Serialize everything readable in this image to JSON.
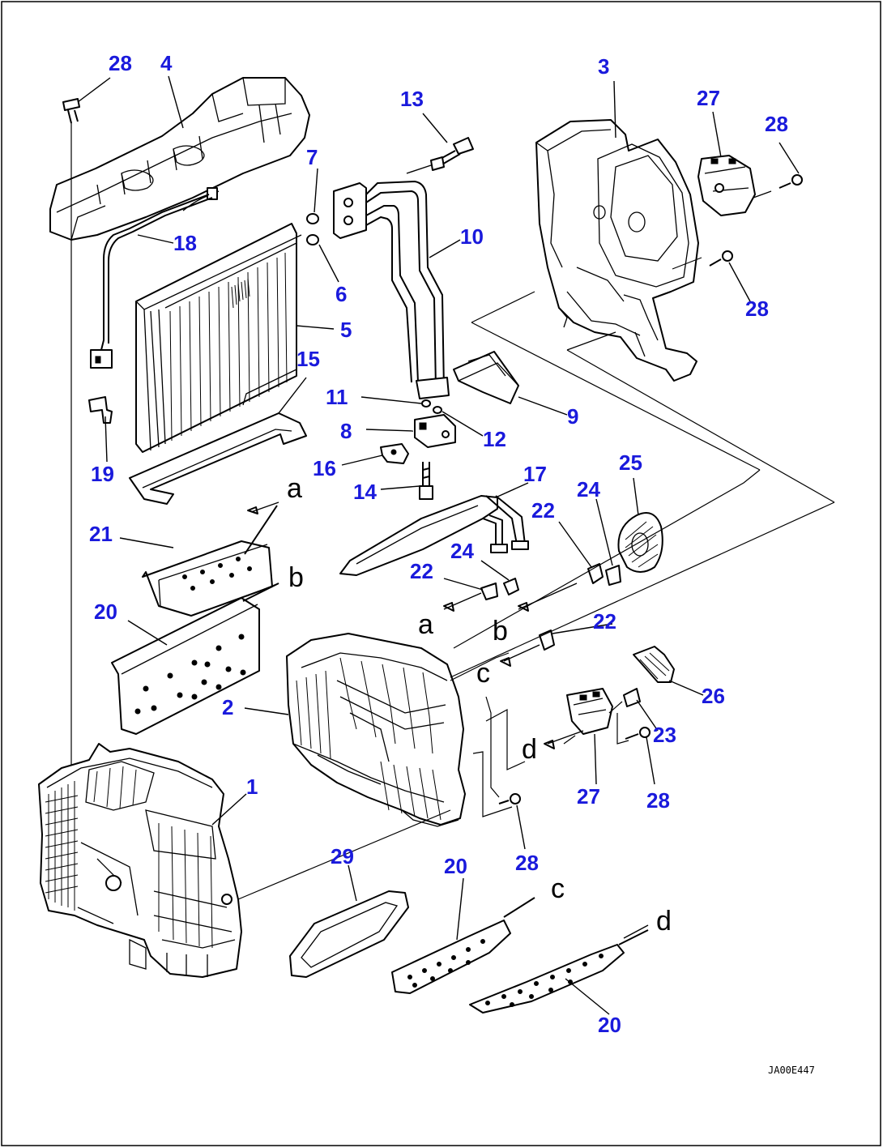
{
  "drawing_code": "JA00E447",
  "callouts": [
    {
      "id": "c28a",
      "label": "28"
    },
    {
      "id": "c4",
      "label": "4"
    },
    {
      "id": "c13",
      "label": "13"
    },
    {
      "id": "c3",
      "label": "3"
    },
    {
      "id": "c27a",
      "label": "27"
    },
    {
      "id": "c28b",
      "label": "28"
    },
    {
      "id": "c7",
      "label": "7"
    },
    {
      "id": "c18",
      "label": "18"
    },
    {
      "id": "c10",
      "label": "10"
    },
    {
      "id": "c6",
      "label": "6"
    },
    {
      "id": "c5",
      "label": "5"
    },
    {
      "id": "c28c",
      "label": "28"
    },
    {
      "id": "c15",
      "label": "15"
    },
    {
      "id": "c11",
      "label": "11"
    },
    {
      "id": "c9",
      "label": "9"
    },
    {
      "id": "c8",
      "label": "8"
    },
    {
      "id": "c12",
      "label": "12"
    },
    {
      "id": "c19",
      "label": "19"
    },
    {
      "id": "c16",
      "label": "16"
    },
    {
      "id": "c25",
      "label": "25"
    },
    {
      "id": "c17",
      "label": "17"
    },
    {
      "id": "c14",
      "label": "14"
    },
    {
      "id": "c24a",
      "label": "24"
    },
    {
      "id": "c22a",
      "label": "22"
    },
    {
      "id": "c21",
      "label": "21"
    },
    {
      "id": "c24b",
      "label": "24"
    },
    {
      "id": "c22b",
      "label": "22"
    },
    {
      "id": "c20a",
      "label": "20"
    },
    {
      "id": "c22c",
      "label": "22"
    },
    {
      "id": "c2",
      "label": "2"
    },
    {
      "id": "c26",
      "label": "26"
    },
    {
      "id": "c23",
      "label": "23"
    },
    {
      "id": "c1",
      "label": "1"
    },
    {
      "id": "c27b",
      "label": "27"
    },
    {
      "id": "c28d",
      "label": "28"
    },
    {
      "id": "c29",
      "label": "29"
    },
    {
      "id": "c20b",
      "label": "20"
    },
    {
      "id": "c28e",
      "label": "28"
    },
    {
      "id": "c20c",
      "label": "20"
    }
  ],
  "connection_letters": [
    {
      "id": "a1",
      "label": "a"
    },
    {
      "id": "b1",
      "label": "b"
    },
    {
      "id": "a2",
      "label": "a"
    },
    {
      "id": "b2",
      "label": "b"
    },
    {
      "id": "c1",
      "label": "c"
    },
    {
      "id": "d1",
      "label": "d"
    },
    {
      "id": "c2",
      "label": "c"
    },
    {
      "id": "d2",
      "label": "d"
    }
  ]
}
